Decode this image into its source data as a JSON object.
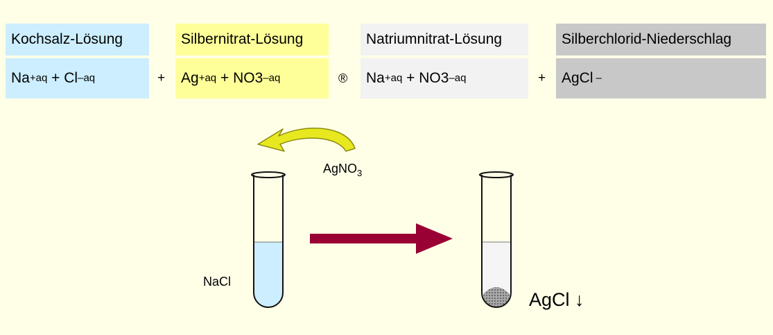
{
  "headers": {
    "kochsalz": "Kochsalz-Lösung",
    "silbernitrat": "Silbernitrat-Lösung",
    "natriumnitrat": "Natriumnitrat-Lösung",
    "silberchlorid": "Silberchlorid-Niederschlag"
  },
  "equation": {
    "na": "Na",
    "na_charge": "+",
    "aq": "aq",
    "plus_mid": " + ",
    "cl": "Cl",
    "cl_charge": "–",
    "ag": "Ag",
    "ag_charge": "+",
    "no3": "NO3",
    "no3_charge": "–",
    "agcl": "AgCl",
    "agcl_mark": "–",
    "op_plus": "+",
    "op_arrow": "®"
  },
  "labels": {
    "agno": "AgNO",
    "agno_sub": "3",
    "nacl": "NaCl",
    "agcl_down": "AgCl ↓"
  },
  "colors": {
    "background": "#FFFFE8",
    "kochsalz": "#CCEEFF",
    "silbernitrat": "#FFFF99",
    "natriumnitrat": "#F2F2F2",
    "silberchlorid": "#C8C8C8",
    "reaction_arrow": "#990033",
    "pour_arrow": "#E8E820",
    "nacl_liquid": "#CCEEFF",
    "precipitate": "#999999"
  }
}
